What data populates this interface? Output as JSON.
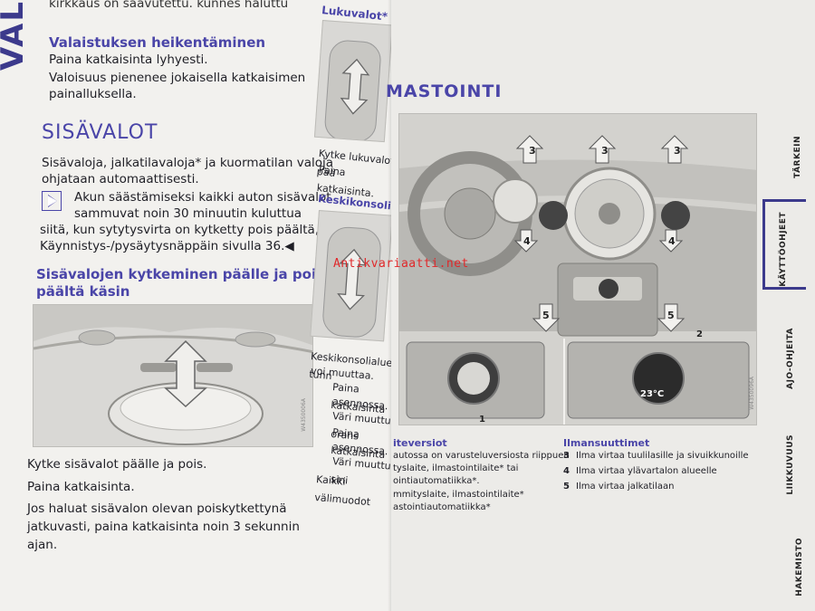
{
  "left_page": {
    "edge_label": "VAL",
    "top_cut_line": "kirkkaus on saavutettu.    kunnes haluttu",
    "dimming_heading": "Valaistuksen heikentäminen",
    "dimming_line1": "Paina katkaisinta lyhyesti.",
    "dimming_line2": "Valoisuus pienenee jokaisella katkaisimen",
    "dimming_line3": "painalluksella.",
    "section_title": "SISÄVALOT",
    "intro_line1": "Sisävaloja, jalkatilavaloja* ja kuormatilan valoja",
    "intro_line2": "ohjataan automaattisesti.",
    "note_line1": "Akun säästämiseksi kaikki auton sisävalot",
    "note_line2": "sammuvat noin 30 minuutin kuluttua",
    "note_line3": "siitä, kun sytytysvirta on kytketty pois päältä, ks.",
    "note_line4": "Käynnistys-/pysäytysnäppäin sivulla 36.◀",
    "manual_heading_line1": "Sisävalojen kytkeminen päälle ja pois",
    "manual_heading_line2": "päältä käsin",
    "figure_code": "W4350006A",
    "caption_line1": "Kytke sisävalot päälle ja pois.",
    "caption_line2": "Paina katkaisinta.",
    "hold_line1": "Jos haluat sisävalon olevan poiskytkettynä",
    "hold_line2": "jatkuvasti, paina katkaisinta noin 3 sekunnin",
    "hold_line3": "ajan."
  },
  "middle_column": {
    "reading_heading": "Lukuvalot*",
    "reading_line1": "Kytke lukuvalot pää",
    "reading_line2": "Paina katkaisinta.",
    "console_heading": "Keskikonsolialueen",
    "console_line1": "Keskikonsolialueen tunn",
    "console_line2": "voi muuttaa.",
    "console_line3": "Paina katkaisinta",
    "console_line4": "asennossa.",
    "console_line5": "Väri muuttuu orans",
    "console_line6": "Paina katkaisinta",
    "console_line7": "asennossa.",
    "console_line8": "Väri muuttuu sini",
    "console_line9": "Kaikki välimuodot"
  },
  "right_page": {
    "section_title": "MASTOINTI",
    "arrow_labels": [
      "3",
      "3",
      "3",
      "4",
      "4",
      "5",
      "5"
    ],
    "callout_1": "1",
    "callout_2": "2",
    "display_temp": "23°C",
    "figure_code": "W4350096A",
    "versions_heading": "iteversiot",
    "versions_line1": "autossa on varusteluversiosta riippuen",
    "versions_line2": "tyslaite, ilmastointilaite* tai",
    "versions_line3": "ointiautomatiikka*.",
    "versions_line4": "mmityslaite, ilmastointilaite*",
    "versions_line5": "astointiautomatiikka*",
    "vents_heading": "Ilmansuuttimet",
    "vents": [
      {
        "num": "3",
        "text": "Ilma virtaa tuulilasille ja sivuikkunoille"
      },
      {
        "num": "4",
        "text": "Ilma virtaa ylävartalon alueelle"
      },
      {
        "num": "5",
        "text": "Ilma virtaa jalkatilaan"
      }
    ],
    "tabs": [
      "TÄRKEIN",
      "KÄYTTÖOHJEET",
      "AJO-OHJEITA",
      "LIIKKUVUUS",
      "HAKEMISTO"
    ]
  },
  "watermark": "Antikvariaatti.net",
  "colors": {
    "accent": "#4a45a8",
    "tab_border": "#3c3a8c",
    "watermark": "#e0282a"
  }
}
